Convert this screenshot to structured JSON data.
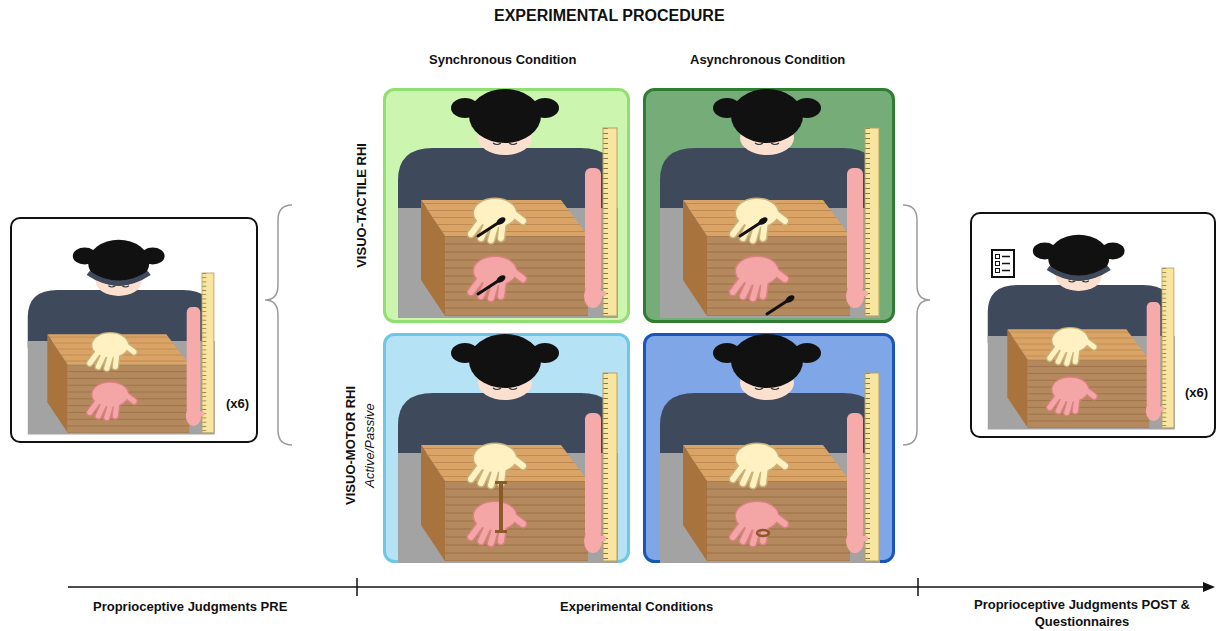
{
  "diagram": {
    "title": "EXPERIMENTAL PROCEDURE",
    "nodes": [
      {
        "text": [
          "(x6)"
        ]
      },
      {
        "text": [
          "(x6)"
        ]
      }
    ],
    "labels": [
      "Synchronous Condition",
      "Asynchronous Condition",
      "VISUO-TACTILE RHI",
      "VISUO-MOTOR RHI",
      "Active/Passive",
      "Proprioceptive Judgments PRE",
      "Experimental Conditions",
      "Proprioceptive Judgments POST & Questionnaires"
    ]
  }
}
